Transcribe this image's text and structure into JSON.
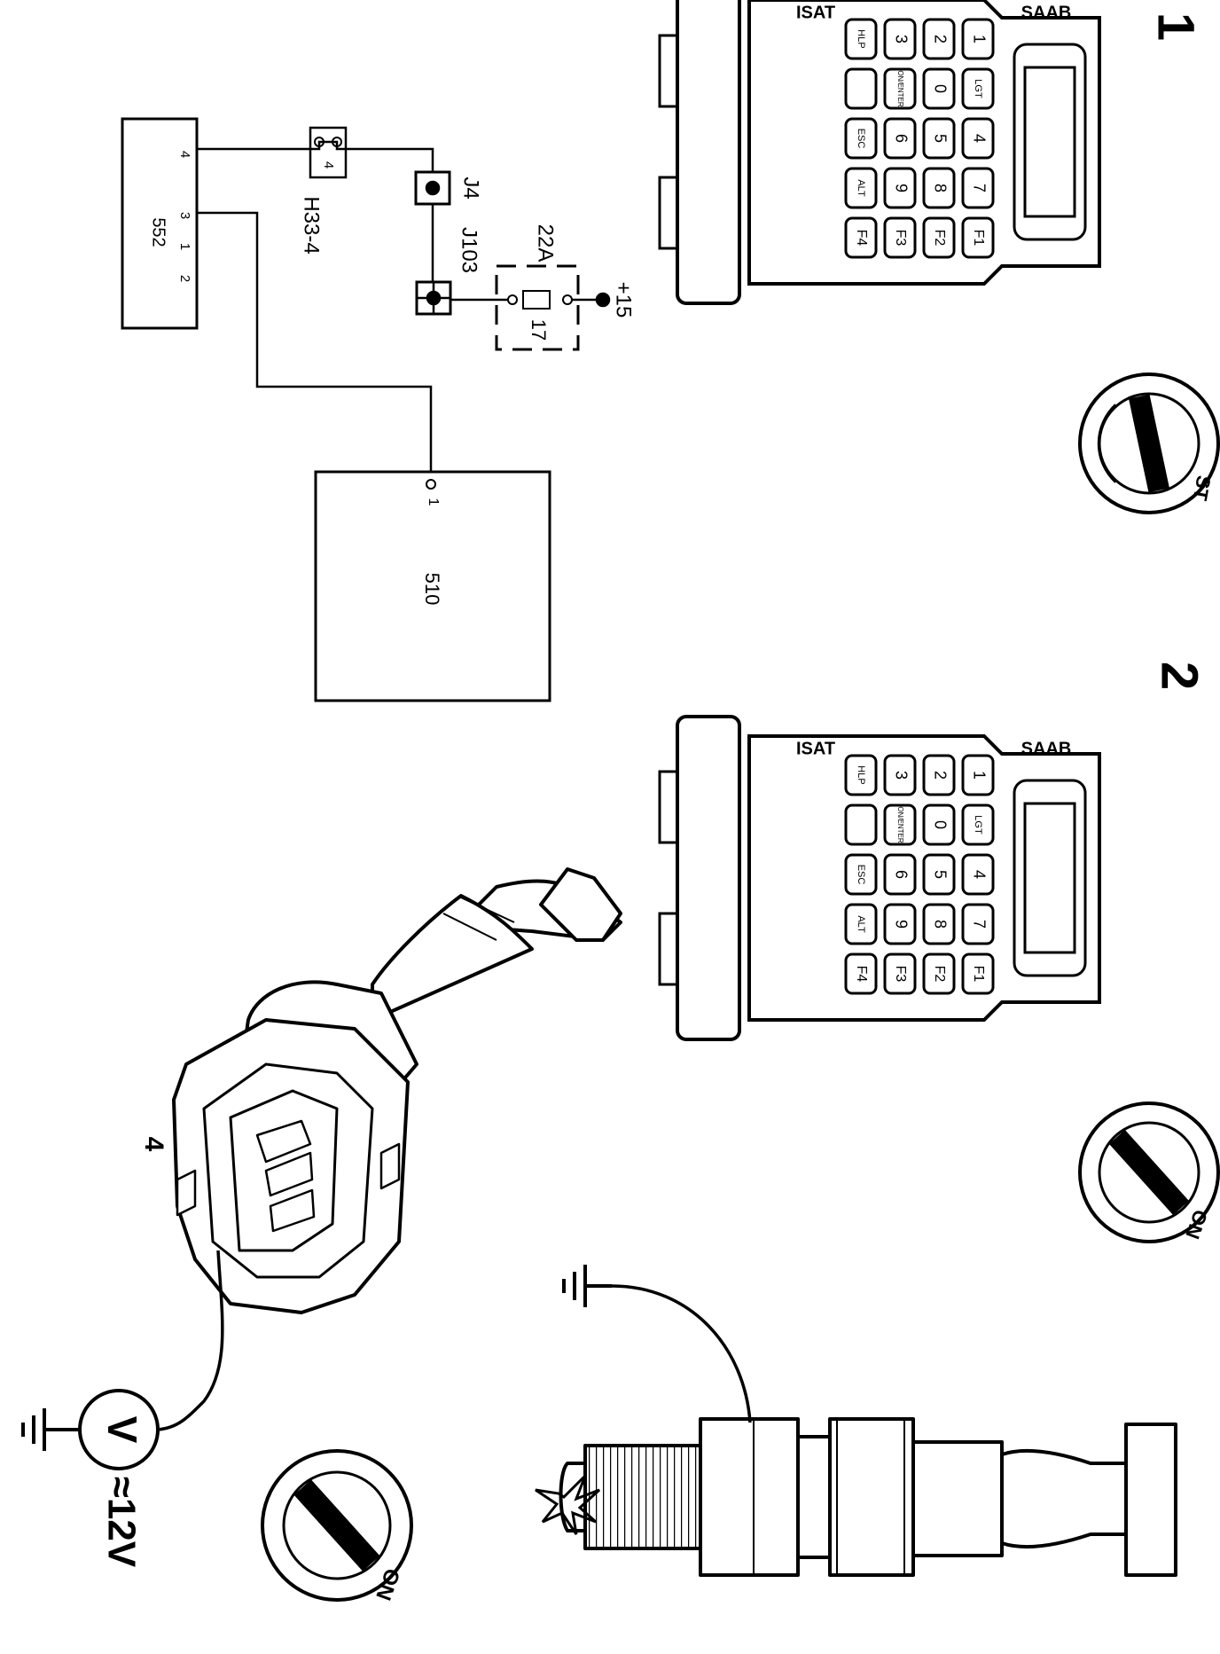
{
  "step_labels": {
    "step1": "1",
    "step2": "2",
    "step4": "4"
  },
  "circuit": {
    "module_552": {
      "name": "552",
      "pins": [
        "4",
        "3",
        "1",
        "2"
      ]
    },
    "connector_h33": {
      "name": "H33-4",
      "pin": "4"
    },
    "junction_j4": "J4",
    "junction_j103": "J103",
    "fuse": {
      "rating": "22A",
      "number": "17"
    },
    "supply": "+15",
    "module_510": {
      "name": "510",
      "pin": "1"
    }
  },
  "tester": {
    "brand": "SAAB",
    "model": "ISAT",
    "keys": [
      "LGT",
      "0",
      "ON/ENTER",
      "1",
      "2",
      "3",
      "HLP",
      "4",
      "5",
      "6",
      "ESC",
      "7",
      "8",
      "9",
      "ALT",
      "F1",
      "F2",
      "F3",
      "F4"
    ]
  },
  "ignition": {
    "start": "ST",
    "on": "ON"
  },
  "voltmeter": {
    "symbol": "V",
    "reading": "≈12V"
  }
}
